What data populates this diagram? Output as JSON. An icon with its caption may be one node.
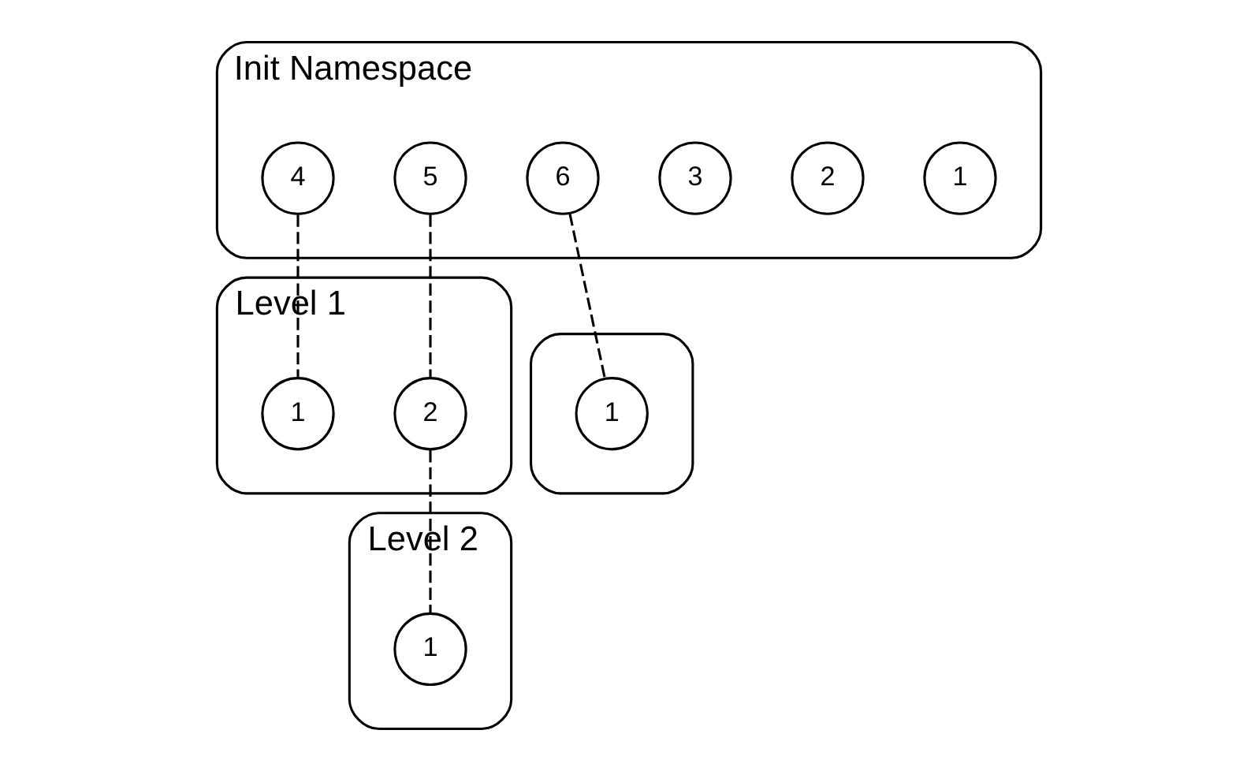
{
  "diagram": {
    "nodes": [
      {
        "text": [
          "Init Namespace"
        ]
      },
      {
        "text": [
          "1"
        ],
        "in": 0
      },
      {
        "text": [
          "2"
        ],
        "in": 0
      },
      {
        "text": [
          "3"
        ],
        "in": 0
      },
      {
        "text": [
          "4"
        ],
        "in": 0
      },
      {
        "text": [
          "5"
        ],
        "in": 0
      },
      {
        "text": [
          "6"
        ],
        "in": 0
      },
      {
        "text": [
          "Level 1"
        ]
      },
      {
        "text": [
          "1"
        ],
        "in": 7
      },
      {
        "text": [
          "2"
        ],
        "in": 7
      },
      {
        "text": [],
        "shape": "ellipse"
      },
      {
        "text": [
          "1"
        ],
        "in": 10
      },
      {
        "text": [
          "Level 2"
        ]
      },
      {
        "text": [
          "1"
        ],
        "in": 12
      }
    ],
    "edges": [
      {
        "from": 4,
        "to": 8,
        "arrow": "none",
        "style": "dashed"
      },
      {
        "from": 5,
        "to": 9,
        "arrow": "none",
        "style": "dashed"
      },
      {
        "from": 6,
        "to": 11,
        "arrow": "none",
        "style": "dashed"
      },
      {
        "from": 9,
        "to": 13,
        "arrow": "none",
        "style": "dashed"
      }
    ]
  }
}
